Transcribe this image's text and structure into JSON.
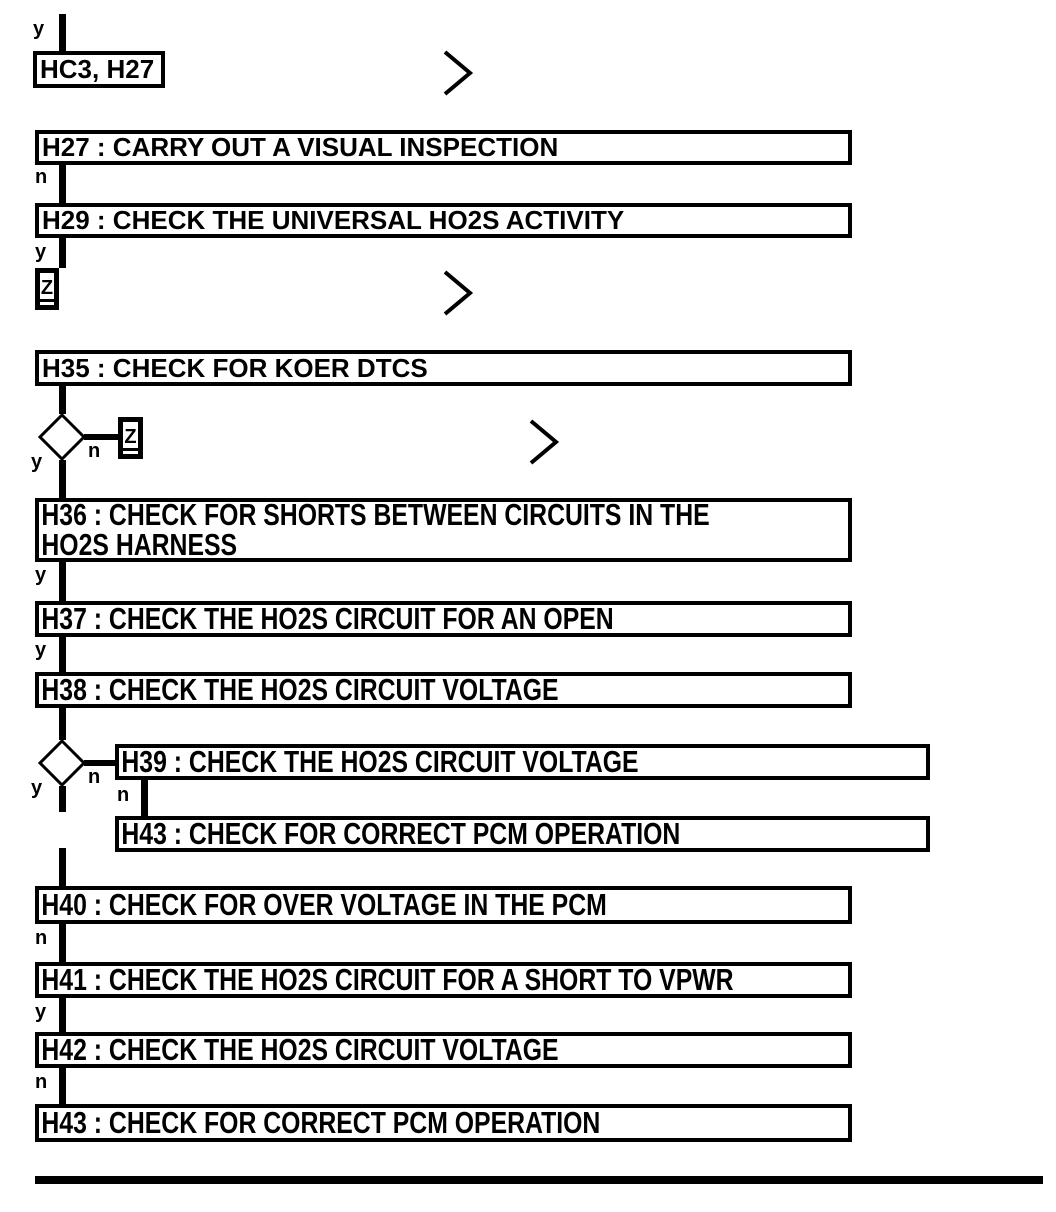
{
  "meta": {
    "kind": "pinpoint-test-flowchart",
    "bg_color": "#ffffff",
    "ink_color": "#000000"
  },
  "labels": {
    "yes": "y",
    "no": "n"
  },
  "connectors": {
    "start": "HC3, H27",
    "offpage": "Z"
  },
  "icons": {
    "continue_chevron": ">"
  },
  "boxes": {
    "h27": "H27 : CARRY OUT A VISUAL INSPECTION",
    "h29": "H29 : CHECK THE UNIVERSAL HO2S ACTIVITY",
    "h35": "H35 : CHECK FOR KOER DTCS",
    "h36_line1": "H36 : CHECK FOR SHORTS BETWEEN CIRCUITS IN THE",
    "h36_line2": "HO2S HARNESS",
    "h37": "H37 : CHECK THE HO2S CIRCUIT FOR AN OPEN",
    "h38": "H38 : CHECK THE HO2S CIRCUIT VOLTAGE",
    "h39": "H39 : CHECK THE HO2S CIRCUIT VOLTAGE",
    "h40": "H40 : CHECK FOR OVER VOLTAGE IN THE PCM",
    "h41": "H41 : CHECK THE HO2S CIRCUIT FOR A SHORT TO VPWR",
    "h42": "H42 : CHECK THE HO2S CIRCUIT VOLTAGE",
    "h43_branch": "H43 : CHECK FOR CORRECT PCM OPERATION",
    "h43_end": "H43 : CHECK FOR CORRECT PCM OPERATION"
  }
}
